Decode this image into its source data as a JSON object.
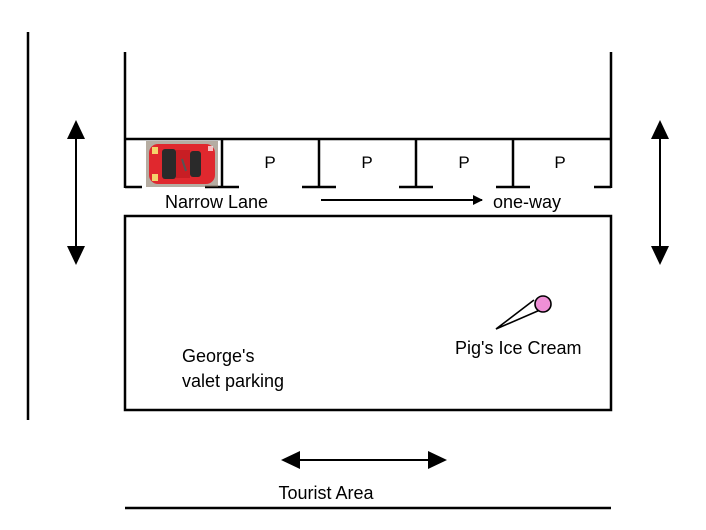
{
  "labels": {
    "narrow_lane": "Narrow Lane",
    "one_way": "one-way",
    "ice_cream": "Pig's Ice Cream",
    "valet_line1": "George's",
    "valet_line2": "valet parking",
    "tourist_area": "Tourist Area"
  },
  "parking_spaces": [
    {
      "label": "",
      "occupied": true
    },
    {
      "label": "P",
      "occupied": false
    },
    {
      "label": "P",
      "occupied": false
    },
    {
      "label": "P",
      "occupied": false
    },
    {
      "label": "P",
      "occupied": false
    }
  ],
  "colors": {
    "car_body": "#e0282e",
    "ice_cream_marker": "#ef8fd6",
    "lines": "#000000"
  },
  "icons": {
    "car": "red-car-icon",
    "ice_cream": "pink-circle-marker"
  }
}
